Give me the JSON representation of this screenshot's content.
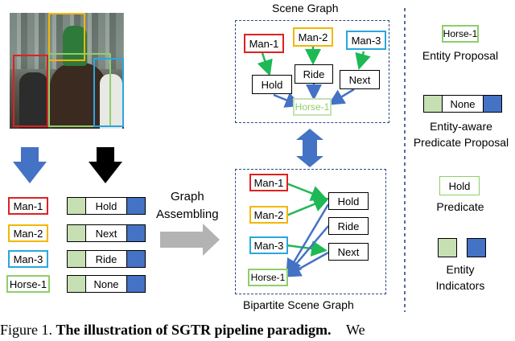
{
  "colors": {
    "man1": "#e02020",
    "man2": "#f2b705",
    "man3": "#2aa6df",
    "horse1": "#8fce6a",
    "blue_arrow": "#4472c4",
    "green_arrow": "#1db954",
    "green_fill": "#c6e0b4",
    "blue_fill": "#4472c4",
    "dashed": "#2e4a7d"
  },
  "entities": [
    "Man-1",
    "Man-2",
    "Man-3",
    "Horse-1"
  ],
  "predicate_proposals": [
    "Hold",
    "Next",
    "Ride",
    "None"
  ],
  "graph_assembling": {
    "line1": "Graph",
    "line2": "Assembling"
  },
  "scene_graph": {
    "title": "Scene Graph",
    "men": [
      "Man-1",
      "Man-2",
      "Man-3"
    ],
    "predicates": [
      "Hold",
      "Ride",
      "Next"
    ],
    "horse": "Horse-1"
  },
  "bipartite": {
    "title": "Bipartite Scene Graph",
    "entities": [
      "Man-1",
      "Man-2",
      "Man-3",
      "Horse-1"
    ],
    "predicates": [
      "Hold",
      "Ride",
      "Next"
    ]
  },
  "legend": {
    "entity_proposal_box": "Horse-1",
    "entity_proposal_label": "Entity Proposal",
    "predicate_proposal_box": "None",
    "predicate_proposal_label_1": "Entity-aware",
    "predicate_proposal_label_2": "Predicate Proposal",
    "predicate_box": "Hold",
    "predicate_label": "Predicate",
    "entity_indicators_label_1": "Entity",
    "entity_indicators_label_2": "Indicators"
  },
  "caption": {
    "prefix": "Figure 1.",
    "bold": "The illustration of SGTR pipeline paradigm.",
    "suffix": "We"
  }
}
